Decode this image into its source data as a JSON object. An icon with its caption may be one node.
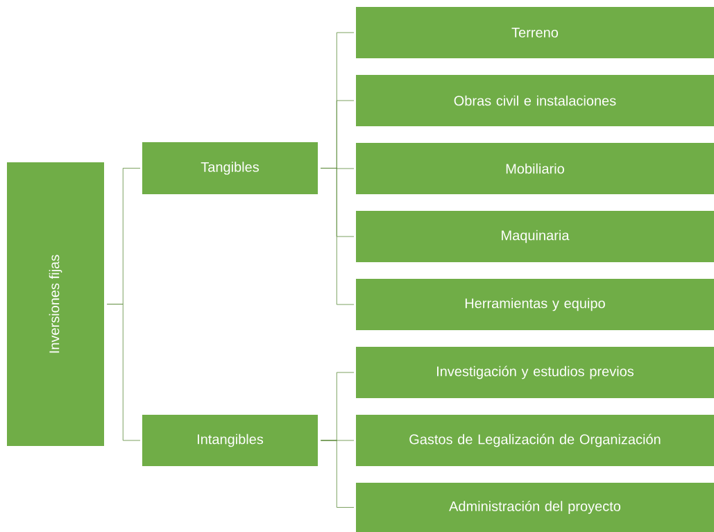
{
  "diagram": {
    "nodes": [
      {
        "text": [
          "Inversiones fijas"
        ]
      },
      {
        "text": [
          "Tangibles"
        ]
      },
      {
        "text": [
          "Intangibles"
        ]
      },
      {
        "text": [
          "Terreno"
        ]
      },
      {
        "text": [
          "Obras civil e instalaciones"
        ]
      },
      {
        "text": [
          "Mobiliario"
        ]
      },
      {
        "text": [
          "Maquinaria"
        ]
      },
      {
        "text": [
          "Herramientas y equipo"
        ]
      },
      {
        "text": [
          "Investigación y estudios previos"
        ]
      },
      {
        "text": [
          "Gastos de Legalización de Organización"
        ]
      },
      {
        "text": [
          "Administración del proyecto"
        ]
      }
    ],
    "edges": [
      {
        "from": 0,
        "to": 1,
        "arrow": "none"
      },
      {
        "from": 0,
        "to": 2,
        "arrow": "none"
      },
      {
        "from": 1,
        "to": 3,
        "arrow": "none"
      },
      {
        "from": 1,
        "to": 4,
        "arrow": "none"
      },
      {
        "from": 1,
        "to": 5,
        "arrow": "none"
      },
      {
        "from": 1,
        "to": 6,
        "arrow": "none"
      },
      {
        "from": 1,
        "to": 7,
        "arrow": "none"
      },
      {
        "from": 2,
        "to": 8,
        "arrow": "none"
      },
      {
        "from": 2,
        "to": 9,
        "arrow": "none"
      },
      {
        "from": 2,
        "to": 10,
        "arrow": "none"
      }
    ]
  }
}
